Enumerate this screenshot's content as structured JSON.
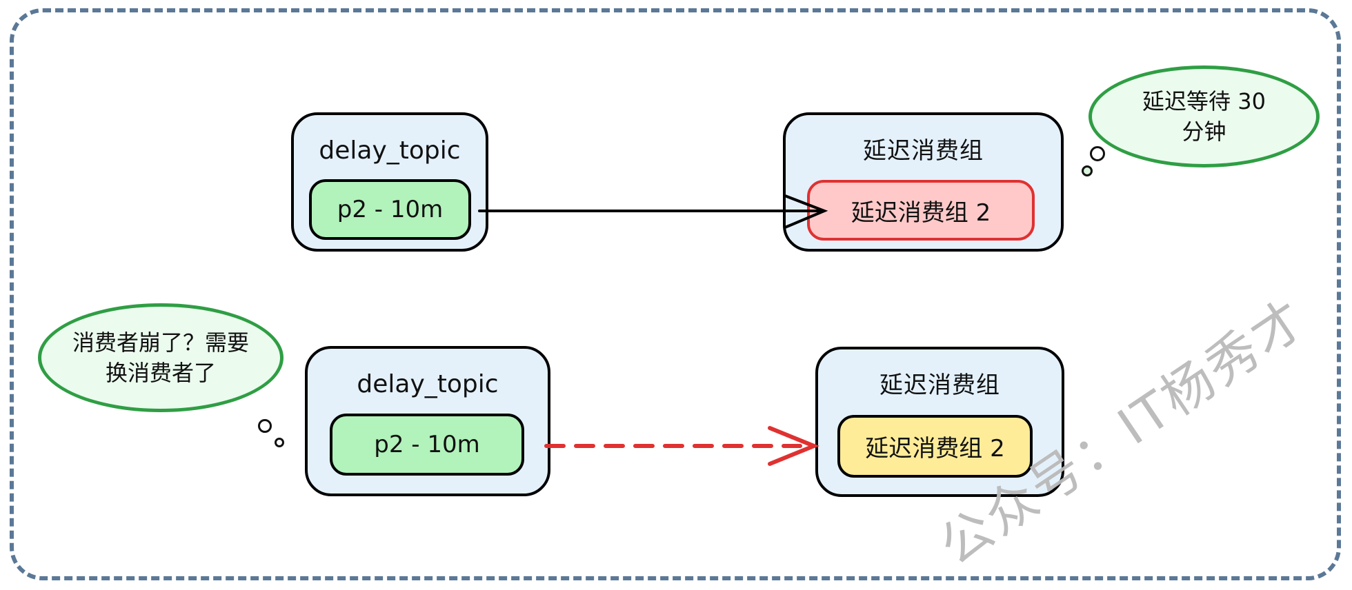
{
  "top_flow": {
    "source_title": "delay_topic",
    "source_partition": "p2 - 10m",
    "target_title": "延迟消费组",
    "target_member": "延迟消费组 2",
    "note_line1": "延迟等待 30",
    "note_line2": "分钟"
  },
  "bottom_flow": {
    "source_title": "delay_topic",
    "source_partition": "p2 - 10m",
    "target_title": "延迟消费组",
    "target_member": "延迟消费组 2",
    "note_line1": "消费者崩了？需要",
    "note_line2": "换消费者了"
  },
  "watermark": "公众号：IT杨秀才",
  "colors": {
    "frame_border": "#5b7896",
    "node_fill": "#e4f1fb",
    "node_border": "#000000",
    "partition_fill": "#b2f2bb",
    "consumer_crashed_fill": "#ffc9c9",
    "consumer_crashed_border": "#e03131",
    "consumer_new_fill": "#ffec99",
    "note_fill": "#ebfbee",
    "note_border": "#2f9e44",
    "arrow_normal": "#000000",
    "arrow_rebalance": "#e03131",
    "watermark_color": "#bababa"
  }
}
